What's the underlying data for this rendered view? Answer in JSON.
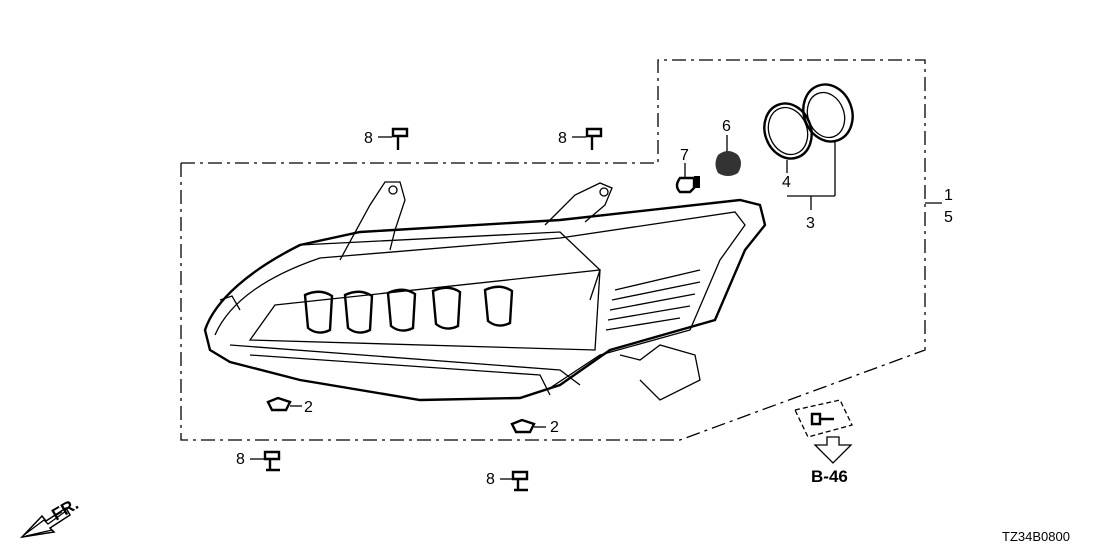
{
  "callouts": {
    "bolt_a": "8",
    "bolt_b": "8",
    "bolt_c": "8",
    "bolt_d": "8",
    "clip_a": "2",
    "clip_b": "2",
    "bulb": "7",
    "socket": "6",
    "seal": "4",
    "cap_assembly": "3",
    "headlight_right": "1",
    "headlight_left": "5"
  },
  "reference": "B-46",
  "front_marker": "FR.",
  "diagram_code": "TZ34B0800"
}
